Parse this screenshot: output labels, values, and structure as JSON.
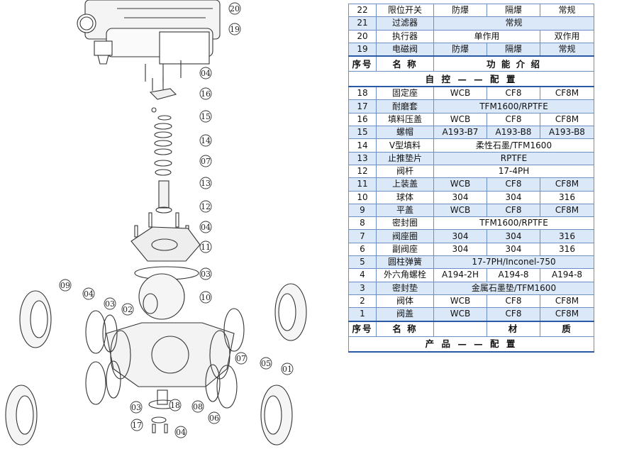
{
  "callouts": [
    "20",
    "19",
    "04",
    "16",
    "15",
    "14",
    "07",
    "13",
    "12",
    "04",
    "11",
    "03",
    "10",
    "09",
    "04",
    "03",
    "02",
    "07",
    "05",
    "01",
    "03",
    "18",
    "08",
    "06",
    "17",
    "04"
  ],
  "actuator_rows": [
    {
      "no": "22",
      "name": "限位开关",
      "c1": "防爆",
      "c2": "隔爆",
      "c3": "常规"
    },
    {
      "no": "21",
      "name": "过滤器",
      "span": "常规"
    },
    {
      "no": "20",
      "name": "执行器",
      "c1": "单作用",
      "c3": "双作用"
    },
    {
      "no": "19",
      "name": "电磁阀",
      "c1": "防爆",
      "c2": "隔爆",
      "c3": "常规"
    }
  ],
  "actuator_header": {
    "no": "序号",
    "name": "名 称",
    "desc": "功 能 介 绍"
  },
  "actuator_section": "自 控 — — 配 置",
  "product_rows": [
    {
      "no": "18",
      "name": "固定座",
      "c1": "WCB",
      "c2": "CF8",
      "c3": "CF8M"
    },
    {
      "no": "17",
      "name": "耐磨套",
      "span": "TFM1600/RPTFE"
    },
    {
      "no": "16",
      "name": "填料压盖",
      "c1": "WCB",
      "c2": "CF8",
      "c3": "CF8M"
    },
    {
      "no": "15",
      "name": "螺帽",
      "c1": "A193-B7",
      "c2": "A193-B8",
      "c3": "A193-B8"
    },
    {
      "no": "14",
      "name": "V型填料",
      "span": "柔性石墨/TFM1600"
    },
    {
      "no": "13",
      "name": "止推垫片",
      "span": "RPTFE"
    },
    {
      "no": "12",
      "name": "阀杆",
      "span": "17-4PH"
    },
    {
      "no": "11",
      "name": "上装盖",
      "c1": "WCB",
      "c2": "CF8",
      "c3": "CF8M"
    },
    {
      "no": "10",
      "name": "球体",
      "c1": "304",
      "c2": "304",
      "c3": "316"
    },
    {
      "no": "9",
      "name": "平盖",
      "c1": "WCB",
      "c2": "CF8",
      "c3": "CF8M"
    },
    {
      "no": "8",
      "name": "密封圈",
      "span": "TFM1600/RPTFE"
    },
    {
      "no": "7",
      "name": "阀座圈",
      "c1": "304",
      "c2": "304",
      "c3": "316"
    },
    {
      "no": "6",
      "name": "副阀座",
      "c1": "304",
      "c2": "304",
      "c3": "316"
    },
    {
      "no": "5",
      "name": "圆柱弹簧",
      "span": "17-7PH/Inconel-750"
    },
    {
      "no": "4",
      "name": "外六角螺栓",
      "c1": "A194-2H",
      "c2": "A194-8",
      "c3": "A194-8"
    },
    {
      "no": "3",
      "name": "密封垫",
      "span": "金属石墨垫/TFM1600"
    },
    {
      "no": "2",
      "name": "阀体",
      "c1": "WCB",
      "c2": "CF8",
      "c3": "CF8M"
    },
    {
      "no": "1",
      "name": "阀盖",
      "c1": "WCB",
      "c2": "CF8",
      "c3": "CF8M"
    }
  ],
  "product_header": {
    "no": "序号",
    "name": "名 称",
    "m1": "材",
    "m2": "质"
  },
  "product_section": "产 品 — — 配 置"
}
